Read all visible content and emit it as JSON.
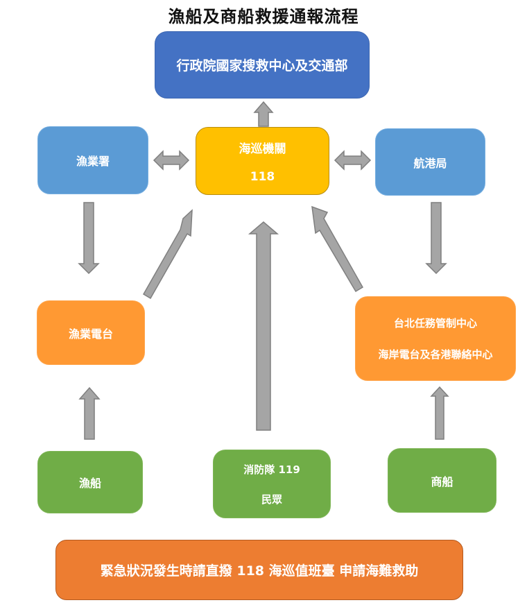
{
  "title": "漁船及商船救援通報流程",
  "nodes": {
    "top": {
      "lines": [
        "行政院國家搜救中心及交通部"
      ]
    },
    "fisheries_agency": {
      "lines": [
        "漁業署"
      ]
    },
    "coast_guard": {
      "lines": [
        "海巡機關",
        "118"
      ]
    },
    "maritime_port_bureau": {
      "lines": [
        "航港局"
      ]
    },
    "fishery_radio": {
      "lines": [
        "漁業電台"
      ]
    },
    "taipei_center": {
      "lines": [
        "台北任務管制中心",
        "海岸電台及各港聯絡中心"
      ]
    },
    "fishing_boat": {
      "lines": [
        "漁船"
      ]
    },
    "fire_public": {
      "lines": [
        "消防隊 119",
        "民眾"
      ]
    },
    "merchant_ship": {
      "lines": [
        "商船"
      ]
    },
    "notice": {
      "lines": [
        "緊急狀況發生時請直撥 118 海巡值班臺 申請海難救助"
      ]
    }
  },
  "edges": [
    {
      "from": "coast_guard",
      "to": "top",
      "type": "single"
    },
    {
      "from": "fisheries_agency",
      "to": "coast_guard",
      "type": "double"
    },
    {
      "from": "coast_guard",
      "to": "maritime_port_bureau",
      "type": "double"
    },
    {
      "from": "fisheries_agency",
      "to": "fishery_radio",
      "type": "single"
    },
    {
      "from": "maritime_port_bureau",
      "to": "taipei_center",
      "type": "single"
    },
    {
      "from": "fishery_radio",
      "to": "coast_guard",
      "type": "single"
    },
    {
      "from": "fire_public",
      "to": "coast_guard",
      "type": "single"
    },
    {
      "from": "taipei_center",
      "to": "coast_guard",
      "type": "single"
    },
    {
      "from": "fishing_boat",
      "to": "fishery_radio",
      "type": "single"
    },
    {
      "from": "merchant_ship",
      "to": "taipei_center",
      "type": "single"
    }
  ],
  "colors": {
    "top": "#4472c4",
    "agency": "#5b9bd5",
    "coast_guard": "#ffc000",
    "station": "#ff9933",
    "source": "#70ad47",
    "notice": "#ed7d31",
    "arrow": "#a5a5a5"
  }
}
